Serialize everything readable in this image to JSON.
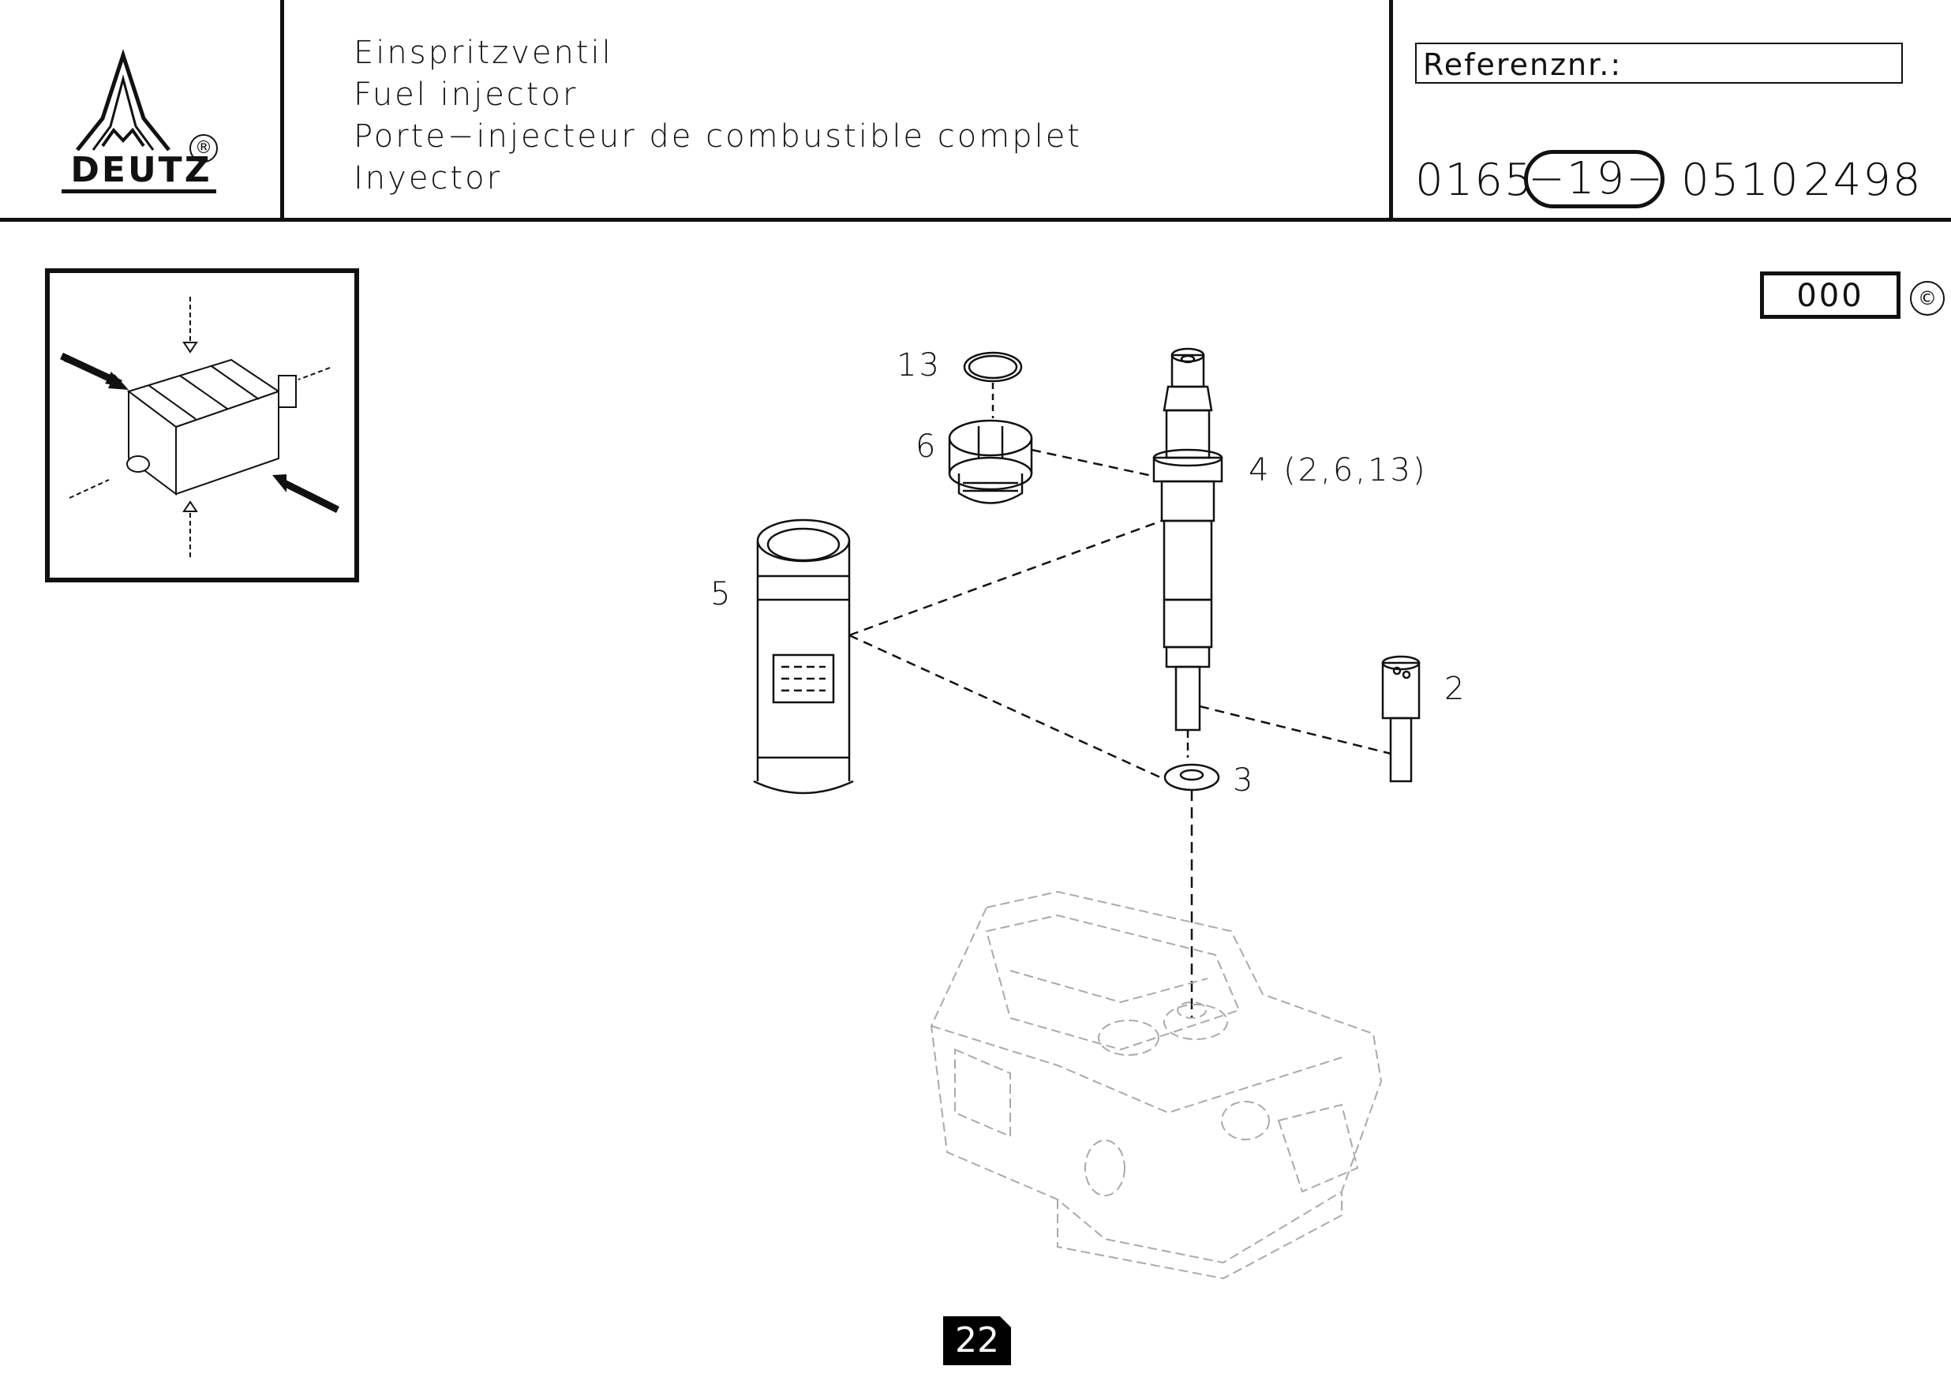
{
  "header": {
    "brand": "DEUTZ",
    "registered_mark": "®",
    "titles": [
      "Einspritzventil",
      "Fuel injector",
      "Porte−injecteur de combustible complet",
      "Inyector"
    ],
    "reference_label": "Referenznr.:",
    "reference_number": {
      "part1": "0165",
      "part2_circled": "−19−",
      "part3": "0510",
      "part4": "2498"
    }
  },
  "version": {
    "code": "000",
    "copyright": "©"
  },
  "callouts": {
    "item13": "13",
    "item6": "6",
    "item4": "4 (2,6,13)",
    "item5": "5",
    "item2": "2",
    "item3": "3"
  },
  "page_number": "22"
}
